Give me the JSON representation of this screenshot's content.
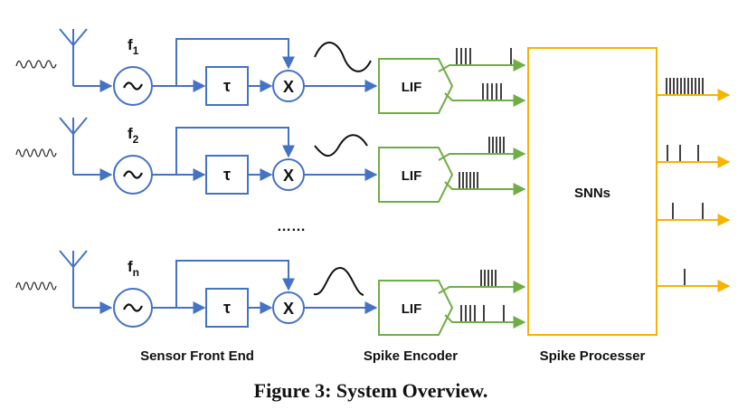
{
  "colors": {
    "blue": "#4472c4",
    "green": "#70ad47",
    "orange": "#f5b400",
    "text": "#111111"
  },
  "chains": [
    {
      "freq_base": "f",
      "freq_sub": "1",
      "delay": "τ",
      "mixer": "X",
      "encoder": "LIF",
      "input_wave": "dense-wiggle",
      "output_wave": "sine"
    },
    {
      "freq_base": "f",
      "freq_sub": "2",
      "delay": "τ",
      "mixer": "X",
      "encoder": "LIF",
      "input_wave": "dense-wiggle",
      "output_wave": "sine"
    },
    {
      "freq_base": "f",
      "freq_sub": "n",
      "delay": "τ",
      "mixer": "X",
      "encoder": "LIF",
      "input_wave": "dense-wiggle",
      "output_wave": "bump"
    }
  ],
  "ellipsis": "……",
  "snn_label": "SNNs",
  "stage_labels": {
    "front_end": "Sensor Front End",
    "encoder": "Spike Encoder",
    "processor": "Spike Processer"
  },
  "caption": "Figure 3: System Overview."
}
